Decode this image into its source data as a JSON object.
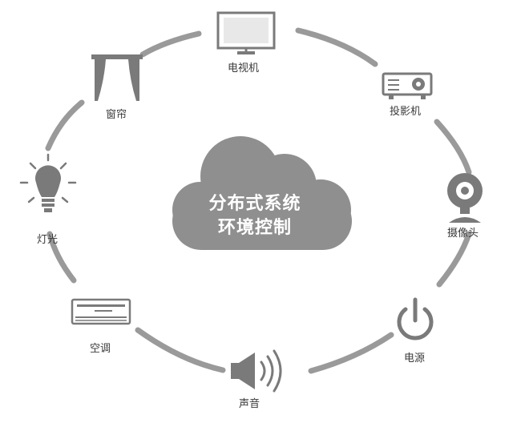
{
  "center": {
    "line1": "分布式系统",
    "line2": "环境控制"
  },
  "devices": [
    {
      "key": "tv",
      "label": "电视机",
      "icon": "tv-icon"
    },
    {
      "key": "projector",
      "label": "投影机",
      "icon": "projector-icon"
    },
    {
      "key": "camera",
      "label": "摄像头",
      "icon": "webcam-icon"
    },
    {
      "key": "power",
      "label": "电源",
      "icon": "power-icon"
    },
    {
      "key": "sound",
      "label": "声音",
      "icon": "speaker-icon"
    },
    {
      "key": "ac",
      "label": "空调",
      "icon": "air-conditioner-icon"
    },
    {
      "key": "light",
      "label": "灯光",
      "icon": "light-bulb-icon"
    },
    {
      "key": "curtain",
      "label": "窗帘",
      "icon": "curtain-icon"
    }
  ],
  "colors": {
    "ring": "#9a9a9a",
    "cloud": "#8f8f8f",
    "icon": "#7a7a7a",
    "cloud_text": "#ffffff"
  }
}
